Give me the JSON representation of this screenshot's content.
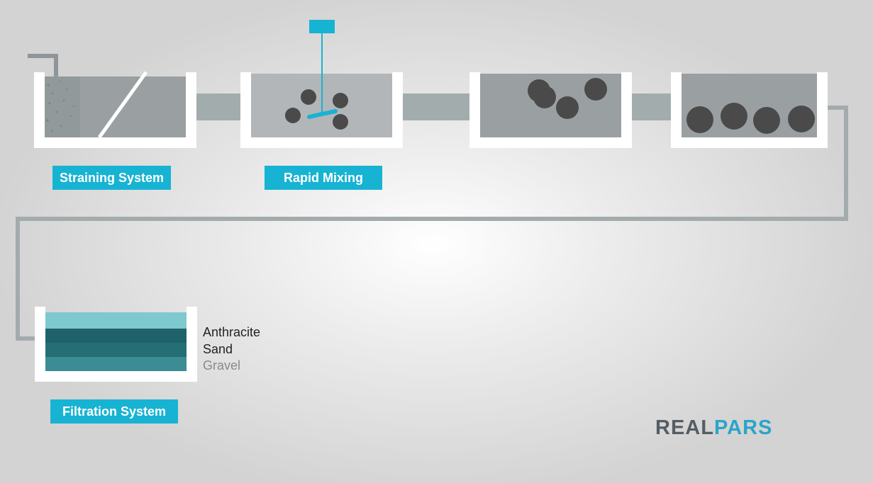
{
  "labels": {
    "straining": "Straining System",
    "rapid_mixing": "Rapid Mixing",
    "filtration": "Filtration System"
  },
  "filter_layers": [
    "Anthracite",
    "Sand",
    "Gravel"
  ],
  "logo": {
    "part1": "REAL",
    "part2": "PARS"
  },
  "colors": {
    "accent": "#17b3d3",
    "pipe": "#a3acac",
    "tank_wall": "#ffffff",
    "water": "#9aa0a2",
    "floc": "#4a4a4a",
    "anthracite": "#7ec8d0",
    "sand_dark": "#1f6269",
    "gravel": "#3b8c95",
    "logo_gray": "#555d63",
    "logo_blue": "#2aa5c9"
  }
}
